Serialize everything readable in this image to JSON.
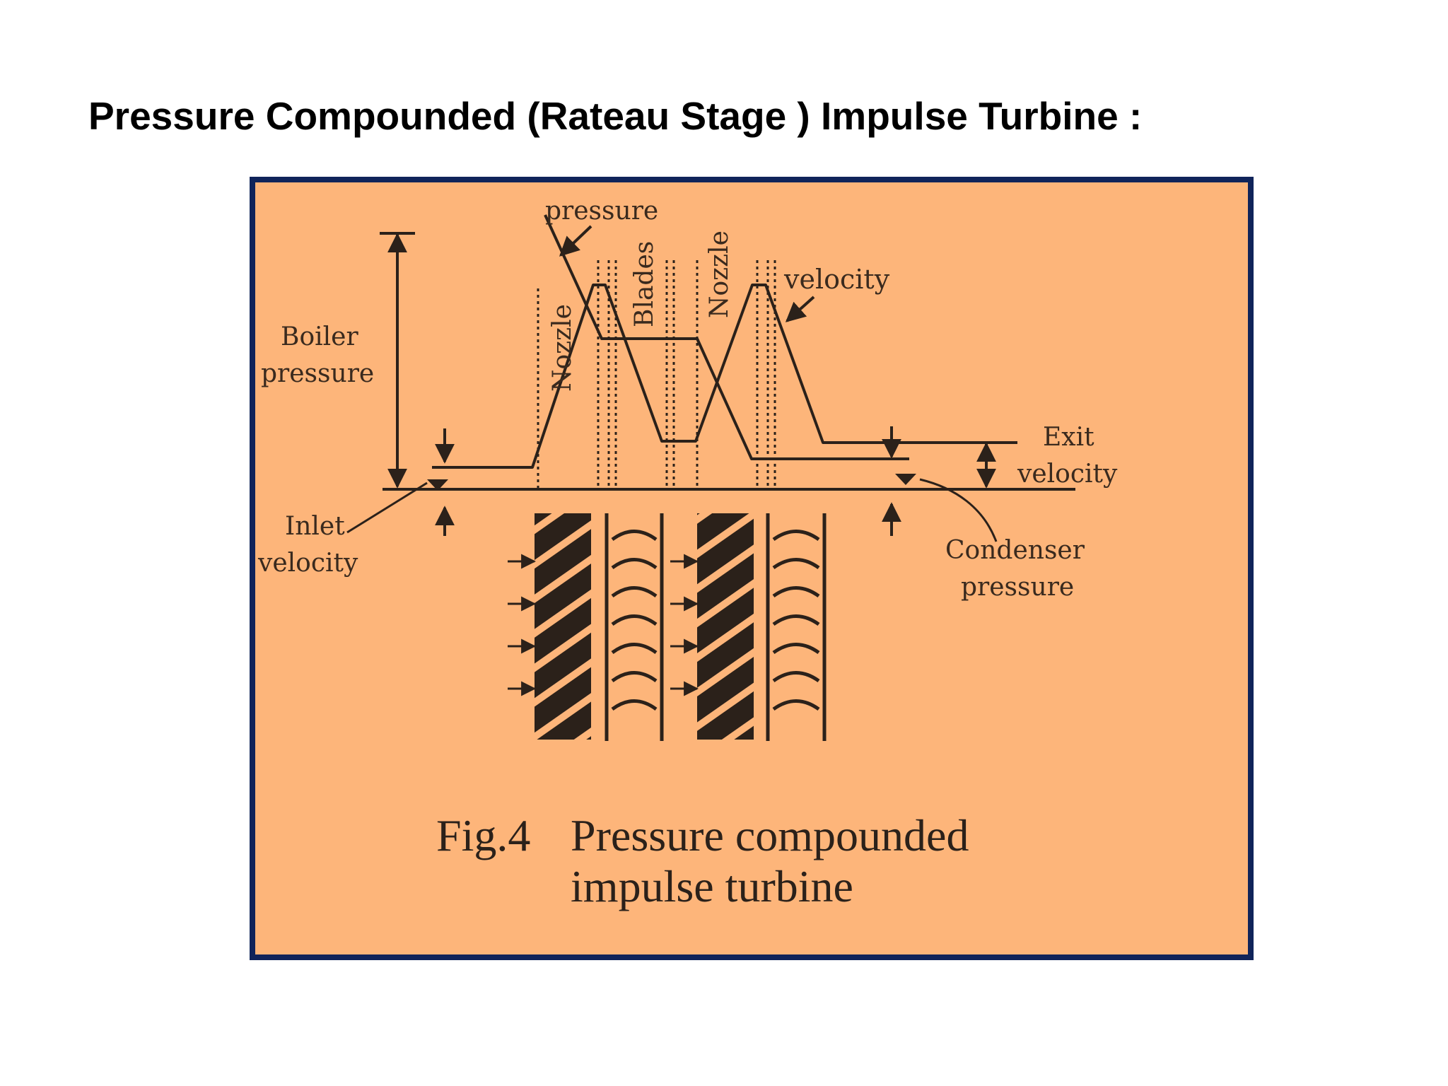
{
  "slide": {
    "title": "Pressure Compounded (Rateau Stage ) Impulse Turbine :"
  },
  "figure": {
    "labels": {
      "pressure": "pressure",
      "velocity": "velocity",
      "nozzle_1": "Nozzle",
      "blades": "Blades",
      "nozzle_2": "Nozzle",
      "boiler_pressure_line1": "Boiler",
      "boiler_pressure_line2": "pressure",
      "inlet_velocity_line1": "Inlet",
      "inlet_velocity_line2": "velocity",
      "exit_velocity_line1": "Exit",
      "exit_velocity_line2": "velocity",
      "condenser_pressure_line1": "Condenser",
      "condenser_pressure_line2": "pressure"
    },
    "caption": {
      "number": "Fig.4",
      "line1": "Pressure compounded",
      "line2": "impulse turbine"
    }
  },
  "colors": {
    "figure_background": "#fdb57a",
    "frame_border": "#10245a",
    "ink": "#2b211a"
  }
}
